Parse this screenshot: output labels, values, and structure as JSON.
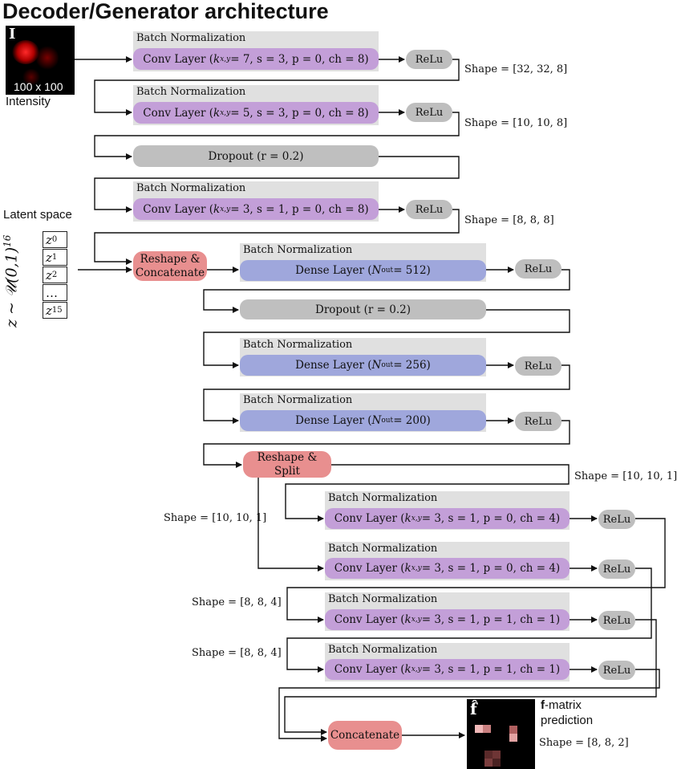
{
  "title": "Decoder/Generator architecture",
  "input": {
    "symbol": "I",
    "size": "100 x 100",
    "caption": "Intensity"
  },
  "latent": {
    "label": "Latent space",
    "distribution": "z ~ 𝒰(0,1)",
    "exponent": "16",
    "cells": [
      "z",
      "z",
      "z",
      "…",
      "z"
    ],
    "subs": [
      "0",
      "1",
      "2",
      "",
      "15"
    ]
  },
  "bn_label": "Batch Normalization",
  "relu_label": "ReLu",
  "conv": [
    "Conv Layer (k_{x,y} = 7, s = 3, p = 0, ch = 8)",
    "Conv Layer (k_{x,y} = 5, s = 3, p = 0, ch = 8)",
    "Conv Layer (k_{x,y} = 3, s = 1, p = 0, ch = 8)"
  ],
  "conv_parts": [
    {
      "pre": "Conv Layer (",
      "k": "k",
      "ksub": "x,y",
      "rest": " = 7, s = 3, p = 0, ch = 8)"
    },
    {
      "pre": "Conv Layer (",
      "k": "k",
      "ksub": "x,y",
      "rest": " = 5, s = 3, p = 0, ch = 8)"
    },
    {
      "pre": "Conv Layer (",
      "k": "k",
      "ksub": "x,y",
      "rest": " = 3, s = 1, p = 0, ch = 8)"
    }
  ],
  "dropout": "Dropout (r = 0.2)",
  "shapes": {
    "s1": "Shape = [32, 32, 8]",
    "s2": "Shape = [10, 10, 8]",
    "s3": "Shape = [8, 8, 8]",
    "s4": "Shape = [10, 10, 1]",
    "s5": "Shape = [10, 10, 1]",
    "s6": "Shape = [8, 8, 4]",
    "s7": "Shape = [8, 8, 4]",
    "s8": "Shape = [8, 8, 2]"
  },
  "reshape_concat": [
    "Reshape &",
    "Concatenate"
  ],
  "dense": [
    {
      "pre": "Dense Layer (",
      "n": "N",
      "nsub": "out",
      "rest": " = 512)"
    },
    {
      "pre": "Dense Layer (",
      "n": "N",
      "nsub": "out",
      "rest": " = 256)"
    },
    {
      "pre": "Dense Layer (",
      "n": "N",
      "nsub": "out",
      "rest": " = 200)"
    }
  ],
  "reshape_split": "Reshape & Split",
  "conv_tail": [
    {
      "pre": "Conv Layer (",
      "k": "k",
      "ksub": "x,y",
      "rest": " = 3, s = 1, p = 0, ch = 4)"
    },
    {
      "pre": "Conv Layer (",
      "k": "k",
      "ksub": "x,y",
      "rest": " = 3, s = 1, p = 0, ch = 4)"
    },
    {
      "pre": "Conv Layer (",
      "k": "k",
      "ksub": "x,y",
      "rest": " = 3, s = 1, p = 1, ch = 1)"
    },
    {
      "pre": "Conv Layer (",
      "k": "k",
      "ksub": "x,y",
      "rest": " = 3, s = 1, p = 1, ch = 1)"
    }
  ],
  "concatenate": "Concatenate",
  "output": {
    "symbol": "f̂",
    "caption_bold": "f",
    "caption_rest": "-matrix",
    "caption2": "prediction"
  }
}
